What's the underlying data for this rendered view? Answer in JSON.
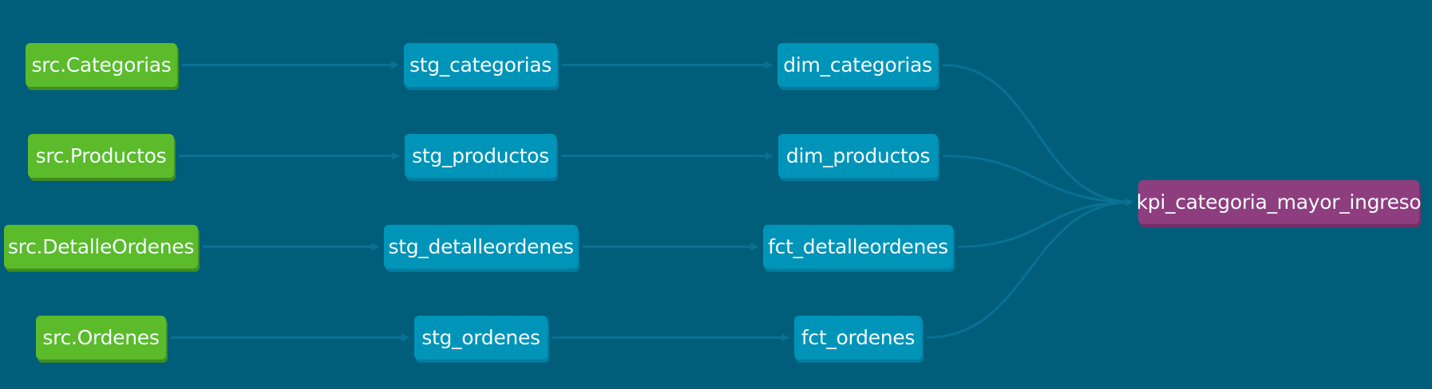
{
  "diagram": {
    "colors": {
      "background": "#005e7a",
      "source": "#5bbb2a",
      "model": "#0094b8",
      "exposure": "#8e3e7f",
      "edge": "#0a7396"
    },
    "nodes": {
      "src_categorias": "src.Categorias",
      "src_productos": "src.Productos",
      "src_detalleordenes": "src.DetalleOrdenes",
      "src_ordenes": "src.Ordenes",
      "stg_categorias": "stg_categorias",
      "stg_productos": "stg_productos",
      "stg_detalleordenes": "stg_detalleordenes",
      "stg_ordenes": "stg_ordenes",
      "dim_categorias": "dim_categorias",
      "dim_productos": "dim_productos",
      "fct_detalleordenes": "fct_detalleordenes",
      "fct_ordenes": "fct_ordenes",
      "kpi": "kpi_categoria_mayor_ingreso"
    },
    "edges": [
      [
        "src_categorias",
        "stg_categorias"
      ],
      [
        "src_productos",
        "stg_productos"
      ],
      [
        "src_detalleordenes",
        "stg_detalleordenes"
      ],
      [
        "src_ordenes",
        "stg_ordenes"
      ],
      [
        "stg_categorias",
        "dim_categorias"
      ],
      [
        "stg_productos",
        "dim_productos"
      ],
      [
        "stg_detalleordenes",
        "fct_detalleordenes"
      ],
      [
        "stg_ordenes",
        "fct_ordenes"
      ],
      [
        "dim_categorias",
        "kpi"
      ],
      [
        "dim_productos",
        "kpi"
      ],
      [
        "fct_detalleordenes",
        "kpi"
      ],
      [
        "fct_ordenes",
        "kpi"
      ]
    ]
  }
}
